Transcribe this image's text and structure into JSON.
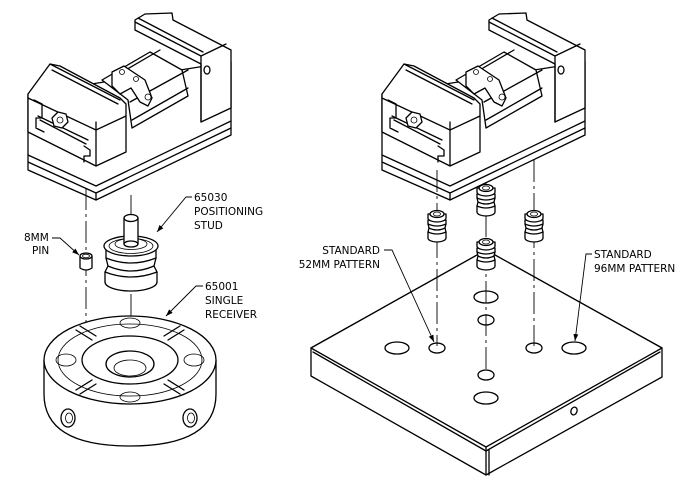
{
  "diagram": {
    "left_assembly": {
      "labels": {
        "pin": {
          "line1": "8MM",
          "line2": "PIN"
        },
        "stud": {
          "line1": "65030",
          "line2": "POSITIONING",
          "line3": "STUD"
        },
        "receiver": {
          "line1": "65001",
          "line2": "SINGLE",
          "line3": "RECEIVER"
        }
      }
    },
    "right_assembly": {
      "labels": {
        "pattern_52": {
          "line1": "STANDARD",
          "line2": "52MM PATTERN"
        },
        "pattern_96": {
          "line1": "STANDARD",
          "line2": "96MM PATTERN"
        }
      }
    }
  }
}
